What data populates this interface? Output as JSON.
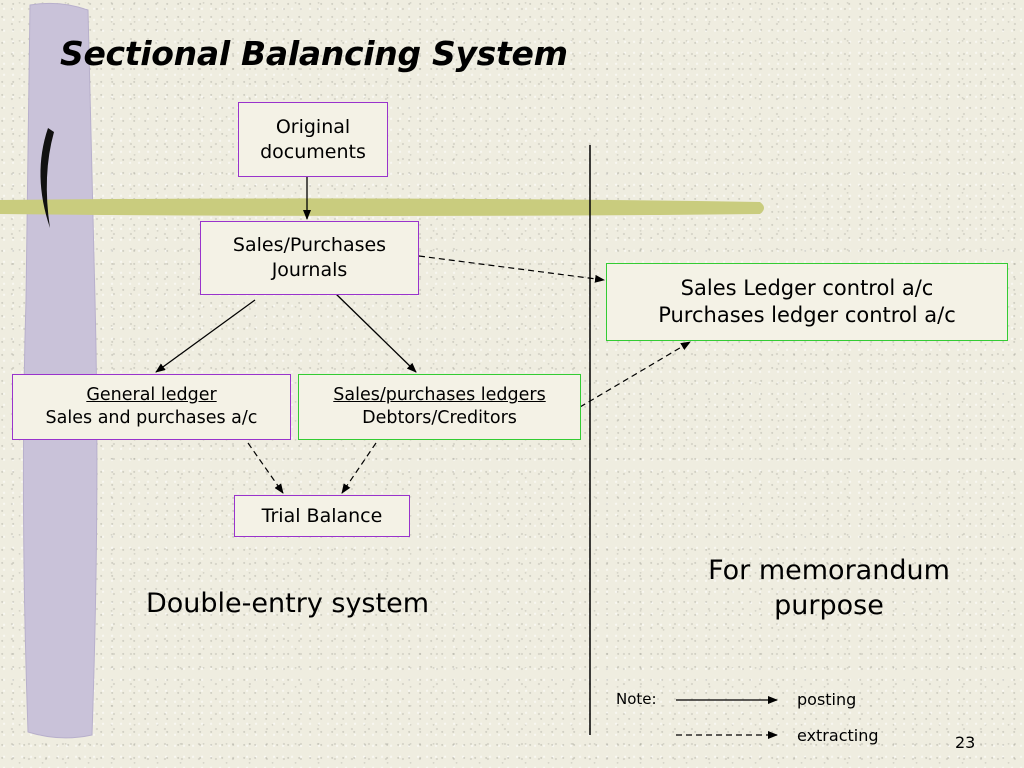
{
  "slide": {
    "title": "Sectional Balancing System",
    "page_number": "23"
  },
  "boxes": {
    "original_docs": {
      "line1": "Original",
      "line2": "documents"
    },
    "journals": {
      "line1": "Sales/Purchases",
      "line2": "Journals"
    },
    "general_ledger": {
      "line1": "General ledger",
      "line2": "Sales and purchases a/c"
    },
    "sales_purchase_ledgers": {
      "line1": "Sales/purchases ledgers",
      "line2": "Debtors/Creditors"
    },
    "trial_balance": {
      "line1": "Trial Balance"
    },
    "control_accounts": {
      "line1": "Sales Ledger control a/c",
      "line2": "Purchases ledger control a/c"
    }
  },
  "sections": {
    "left_label": "Double-entry system",
    "right_label_line1": "For memorandum",
    "right_label_line2": "purpose"
  },
  "legend": {
    "note_label": "Note:",
    "solid_label": "posting",
    "dashed_label": "extracting"
  },
  "colors": {
    "purple_border": "#9933cc",
    "green_border": "#33cc33",
    "decor_bar_vertical": "#c9c2d9",
    "decor_bar_horizontal": "#c9cc7e"
  }
}
